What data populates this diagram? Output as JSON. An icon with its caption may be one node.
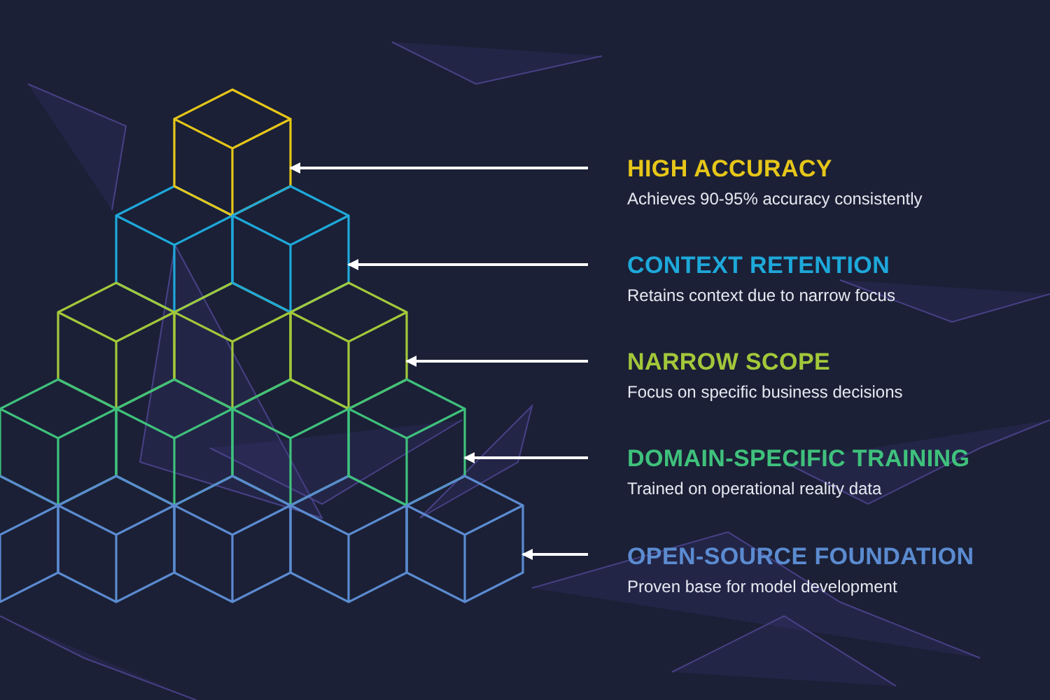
{
  "diagram": {
    "nodes": [
      {
        "text": [
          "HIGH ACCURACY",
          "Achieves 90-95% accuracy consistently"
        ]
      },
      {
        "text": [
          "CONTEXT RETENTION",
          "Retains context due to narrow focus"
        ]
      },
      {
        "text": [
          "NARROW SCOPE",
          "Focus on specific business decisions"
        ]
      },
      {
        "text": [
          "DOMAIN-SPECIFIC TRAINING",
          "Trained on operational reality data"
        ]
      },
      {
        "text": [
          "OPEN-SOURCE FOUNDATION",
          "Proven base for model development"
        ]
      },
      {
        "text": [],
        "shape": "cube"
      },
      {
        "text": [],
        "shape": "cube"
      },
      {
        "text": [],
        "shape": "cube"
      },
      {
        "text": [],
        "shape": "cube"
      },
      {
        "text": [],
        "shape": "cube"
      }
    ],
    "edges": [
      {
        "from": 0,
        "to": 5,
        "arrow": "to"
      },
      {
        "from": 1,
        "to": 6,
        "arrow": "to"
      },
      {
        "from": 2,
        "to": 7,
        "arrow": "to"
      },
      {
        "from": 3,
        "to": 8,
        "arrow": "to"
      },
      {
        "from": 4,
        "to": 9,
        "arrow": "to"
      }
    ]
  }
}
